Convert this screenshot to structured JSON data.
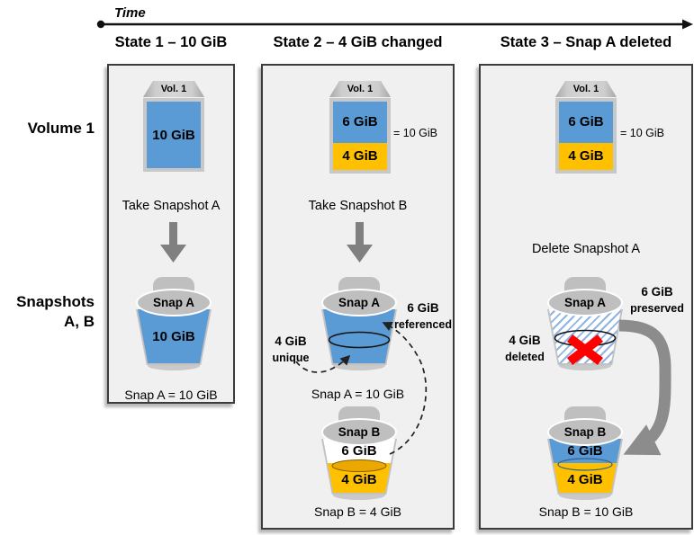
{
  "colors": {
    "blue": "#5b9bd5",
    "yellow": "#ffc000",
    "lid_gray": "#bfbfbf",
    "arrow_gray": "#808080",
    "panel_bg": "#f0f0f0",
    "red_x": "#ff0000",
    "hatch_blue": "#8eb4e3"
  },
  "timeline": {
    "label": "Time"
  },
  "row_labels": {
    "volume": "Volume 1",
    "snapshots_line1": "Snapshots",
    "snapshots_line2": "A, B"
  },
  "state1": {
    "header": "State 1 – 10 GiB",
    "volume": {
      "cap": "Vol. 1",
      "label": "10 GiB"
    },
    "action": "Take Snapshot A",
    "snap_a": {
      "title": "Snap A",
      "label": "10 GiB"
    },
    "caption": "Snap A = 10 GiB"
  },
  "state2": {
    "header": "State 2 – 4 GiB changed",
    "volume": {
      "cap": "Vol. 1",
      "top": "6 GiB",
      "bottom": "4 GiB",
      "total": "= 10 GiB"
    },
    "action": "Take Snapshot B",
    "snap_a": {
      "title": "Snap A",
      "left_value": "4 GiB",
      "left_caption": "unique",
      "right_value": "6 GiB",
      "right_caption": "referenced",
      "caption": "Snap A = 10 GiB"
    },
    "snap_b": {
      "title": "Snap B",
      "top": "6 GiB",
      "bottom": "4 GiB",
      "caption": "Snap B = 4 GiB"
    }
  },
  "state3": {
    "header": "State 3 – Snap A deleted",
    "volume": {
      "cap": "Vol. 1",
      "top": "6 GiB",
      "bottom": "4 GiB",
      "total": "= 10 GiB"
    },
    "action": "Delete Snapshot A",
    "snap_a": {
      "title": "Snap A",
      "left_value": "4 GiB",
      "left_caption": "deleted",
      "right_value": "6 GiB",
      "right_caption": "preserved"
    },
    "snap_b": {
      "title": "Snap B",
      "top": "6 GiB",
      "bottom": "4 GiB",
      "caption": "Snap B = 10 GiB"
    }
  }
}
